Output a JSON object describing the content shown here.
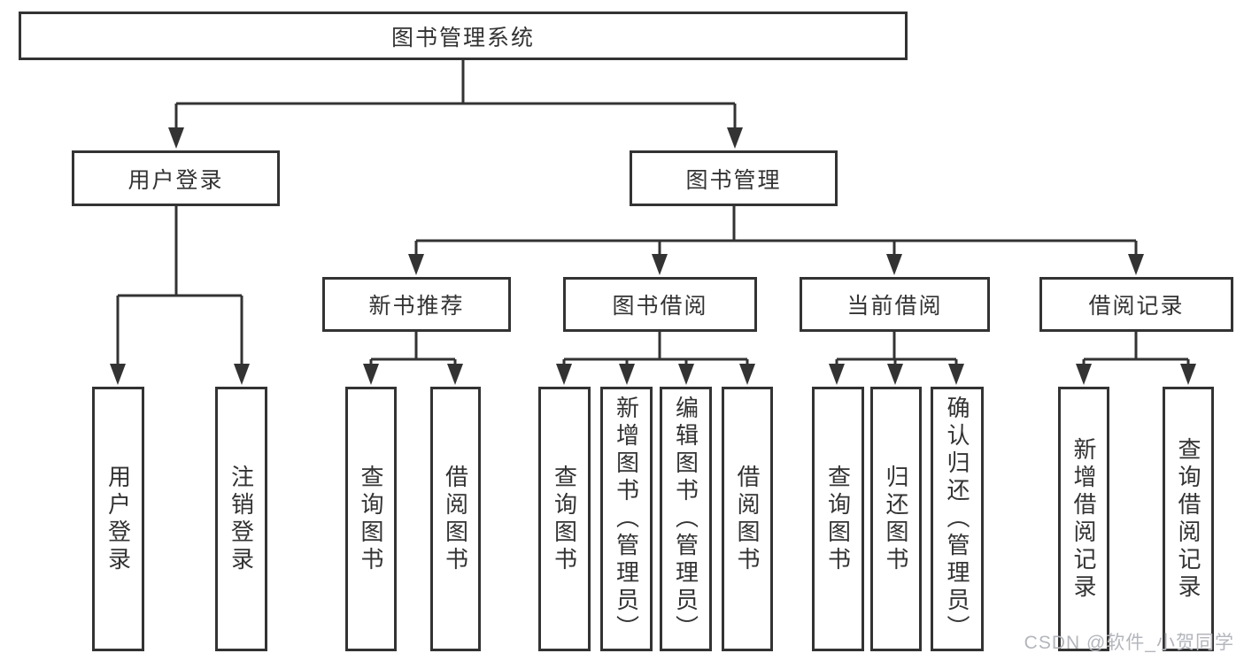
{
  "tree": {
    "root": "图书管理系统",
    "children": [
      {
        "label": "用户登录",
        "children": [
          "用户登录",
          "注销登录"
        ]
      },
      {
        "label": "图书管理",
        "children": [
          {
            "label": "新书推荐",
            "children": [
              "查询图书",
              "借阅图书"
            ]
          },
          {
            "label": "图书借阅",
            "children": [
              "查询图书",
              "新增图书（管理员）",
              "编辑图书（管理员）",
              "借阅图书"
            ]
          },
          {
            "label": "当前借阅",
            "children": [
              "查询图书",
              "归还图书",
              "确认归还（管理员）"
            ]
          },
          {
            "label": "借阅记录",
            "children": [
              "新增借阅记录",
              "查询借阅记录"
            ]
          }
        ]
      }
    ]
  },
  "watermark": "CSDN @软件_小贺同学",
  "colors": {
    "stroke": "#333333",
    "text": "#333333",
    "box_fill": "#ffffff",
    "background": "#ffffff",
    "watermark_color": "#b3b6bc"
  }
}
